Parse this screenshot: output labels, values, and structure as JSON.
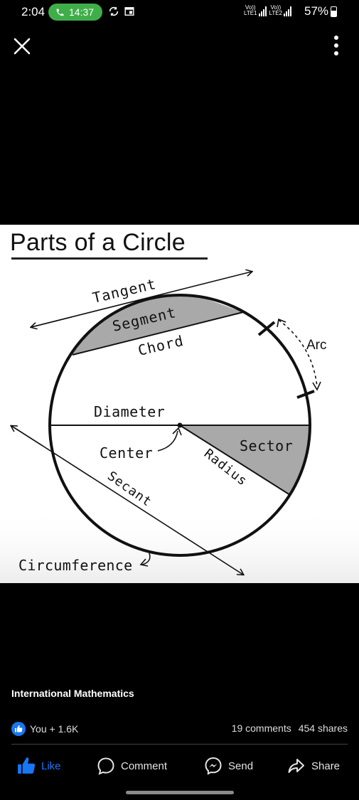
{
  "status_bar": {
    "time": "2:04",
    "call_duration": "14:37",
    "sim1_label_top": "Vo))",
    "sim1_label_bottom": "LTE1",
    "sim2_label_top": "Vo))",
    "sim2_label_bottom": "LTE2",
    "battery": "57%",
    "call_color": "#3fae49"
  },
  "toolbar": {
    "close_icon": "close-icon",
    "more_icon": "more-vertical-icon"
  },
  "diagram": {
    "title": "Parts of a Circle",
    "labels": {
      "tangent": "Tangent",
      "segment": "Segment",
      "chord": "Chord",
      "arc": "Arc",
      "diameter": "Diameter",
      "center": "Center",
      "sector": "Sector",
      "radius": "Radius",
      "secant": "Secant",
      "circumference": "Circumference"
    },
    "shade_color": "#a9a9a9"
  },
  "post": {
    "author": "International Mathematics",
    "reactions": "You + 1.6K",
    "comments": "19 comments",
    "shares": "454 shares",
    "accent": "#1877f2"
  },
  "actions": {
    "like": "Like",
    "comment": "Comment",
    "send": "Send",
    "share": "Share"
  }
}
